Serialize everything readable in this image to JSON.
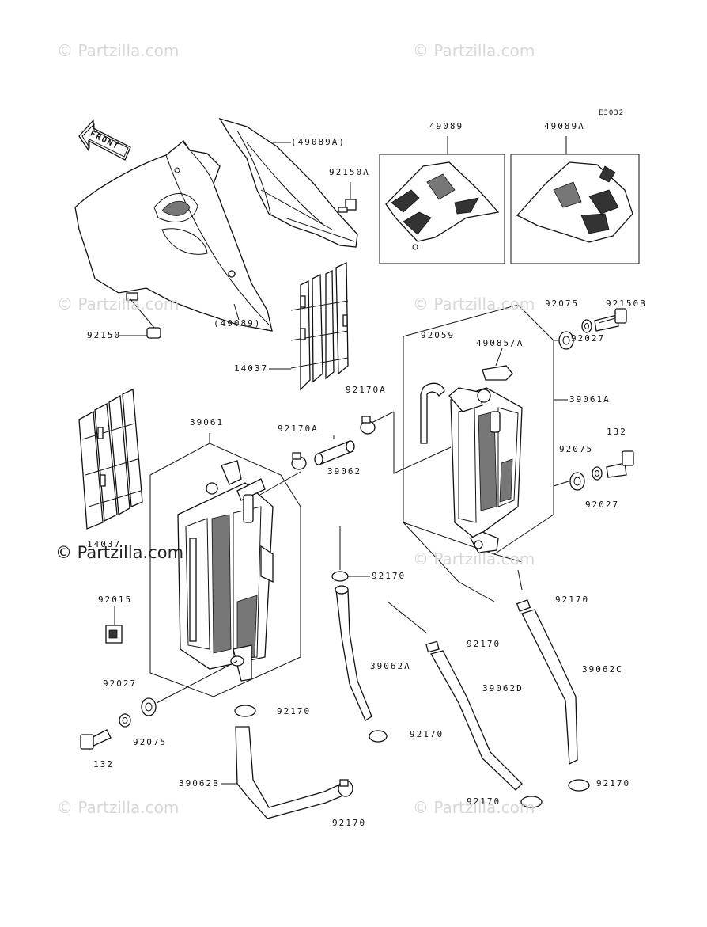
{
  "diagram_code": "E3032",
  "watermark": "© Partzilla.com",
  "front_label": "FRONT",
  "parts": {
    "p49089A_paren": "(49089A)",
    "p49089_paren": "(49089)",
    "p92150A": "92150A",
    "p92150": "92150",
    "p14037_top": "14037",
    "p14037_left": "14037",
    "p49089_box": "49089",
    "p49089A_box": "49089A",
    "p92075_top": "92075",
    "p92150B": "92150B",
    "p92027_top": "92027",
    "p92059": "92059",
    "p49085A": "49085/A",
    "p39061A": "39061A",
    "p92170A_right": "92170A",
    "p92170A_left": "92170A",
    "p39061": "39061",
    "p39062": "39062",
    "p132_right": "132",
    "p92075_mid": "92075",
    "p92027_mid": "92027",
    "p92170_a": "92170",
    "p92170_b": "92170",
    "p92170_c": "92170",
    "p92015": "92015",
    "p39062A": "39062A",
    "p39062D": "39062D",
    "p39062C": "39062C",
    "p92170_d": "92170",
    "p92027_bot": "92027",
    "p92075_bot": "92075",
    "p132_bot": "132",
    "p92170_e": "92170",
    "p39062B": "39062B",
    "p92170_f": "92170",
    "p92170_g": "92170",
    "p92170_h": "92170"
  }
}
